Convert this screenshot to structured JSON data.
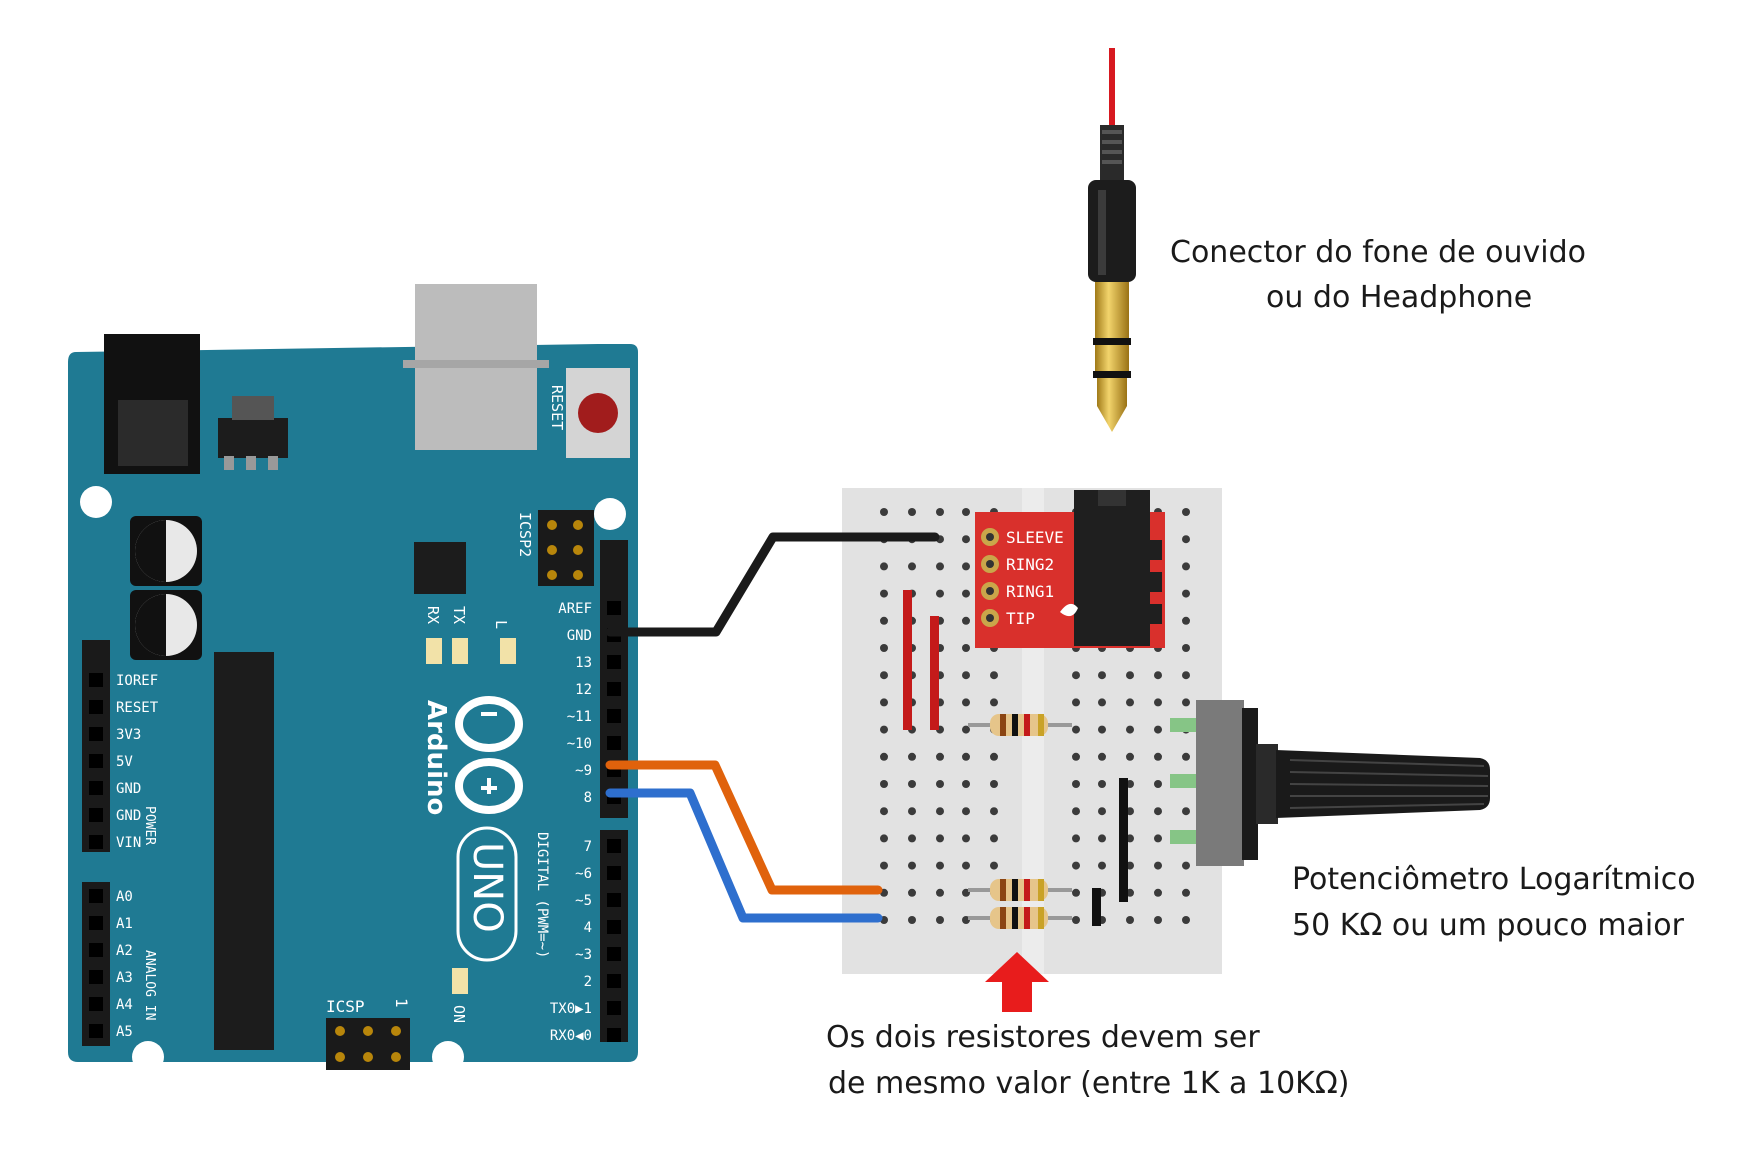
{
  "arduino": {
    "reset_label": "RESET",
    "icsp2_label": "ICSP2",
    "icsp_label": "ICSP",
    "icsp_pin1": "1",
    "brand": "Arduino",
    "model": "UNO",
    "led_tx": "TX",
    "led_rx": "RX",
    "led_l": "L",
    "led_on": "ON",
    "digital_header": "DIGITAL (PWM=~)",
    "power_header": "POWER",
    "analog_header": "ANALOG IN",
    "power_pins": [
      "IOREF",
      "RESET",
      "3V3",
      "5V",
      "GND",
      "GND",
      "VIN"
    ],
    "analog_pins": [
      "A0",
      "A1",
      "A2",
      "A3",
      "A4",
      "A5"
    ],
    "digital_pins_top": [
      "AREF",
      "GND",
      "13",
      "12",
      "~11",
      "~10",
      "~9",
      "8"
    ],
    "digital_pins_bottom": [
      "7",
      "~6",
      "~5",
      "4",
      "~3",
      "2",
      "TX0▶1",
      "RX0◀0"
    ],
    "board_color": "#1f7a93"
  },
  "breakout": {
    "pins": [
      "SLEEVE",
      "RING2",
      "RING1",
      "TIP"
    ],
    "color": "#d9302c"
  },
  "wires": {
    "gnd_color": "#1a1a1a",
    "pin9_color": "#e0620c",
    "pin8_color": "#2e6fce"
  },
  "annotations": {
    "headphone_line1": "Conector do fone de ouvido",
    "headphone_line2": "ou do Headphone",
    "pot_line1": "Potenciômetro Logarítmico",
    "pot_line2": "50 KΩ ou um pouco maior",
    "resistor_line1": "Os dois resistores devem ser",
    "resistor_line2": "de mesmo valor (entre 1K a 10KΩ)",
    "arrow_color": "#e81c1c"
  }
}
